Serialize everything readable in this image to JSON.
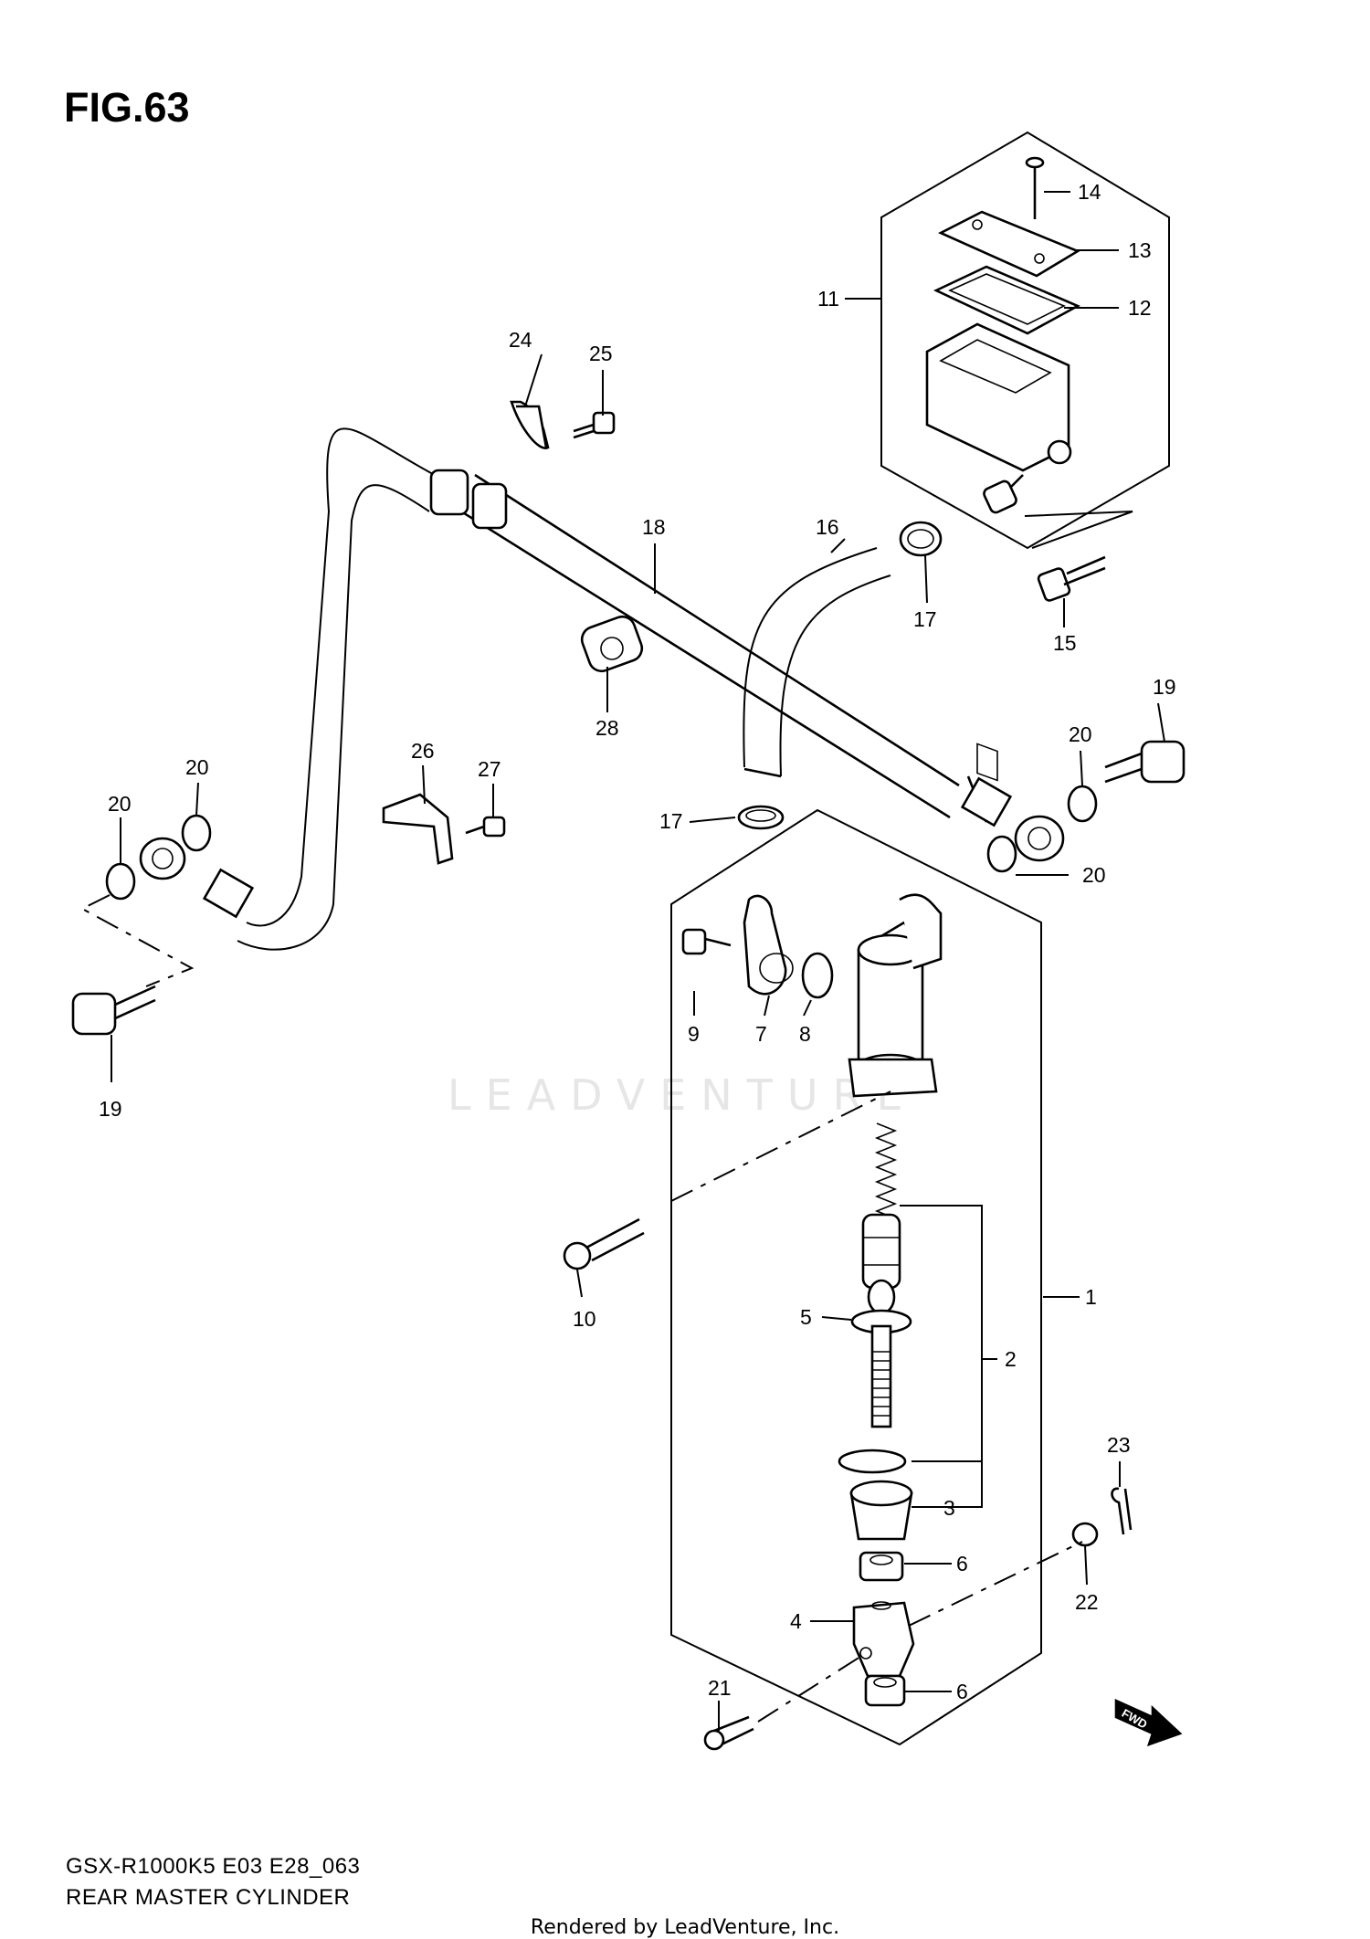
{
  "figure": {
    "title": "FIG.63",
    "model_code": "GSX-R1000K5 E03 E28_063",
    "name": "REAR MASTER CYLINDER",
    "footer": "Rendered by LeadVenture, Inc.",
    "watermark": "LEADVENTURE",
    "fwd_label": "FWD"
  },
  "callouts": {
    "c1": "1",
    "c2": "2",
    "c3": "3",
    "c4": "4",
    "c5": "5",
    "c6a": "6",
    "c6b": "6",
    "c7": "7",
    "c8": "8",
    "c9": "9",
    "c10": "10",
    "c11": "11",
    "c12": "12",
    "c13": "13",
    "c14": "14",
    "c15": "15",
    "c16": "16",
    "c17a": "17",
    "c17b": "17",
    "c18": "18",
    "c19a": "19",
    "c19b": "19",
    "c20a": "20",
    "c20b": "20",
    "c20c": "20",
    "c20d": "20",
    "c21": "21",
    "c22": "22",
    "c23": "23",
    "c24": "24",
    "c25": "25",
    "c26": "26",
    "c27": "27",
    "c28": "28"
  }
}
